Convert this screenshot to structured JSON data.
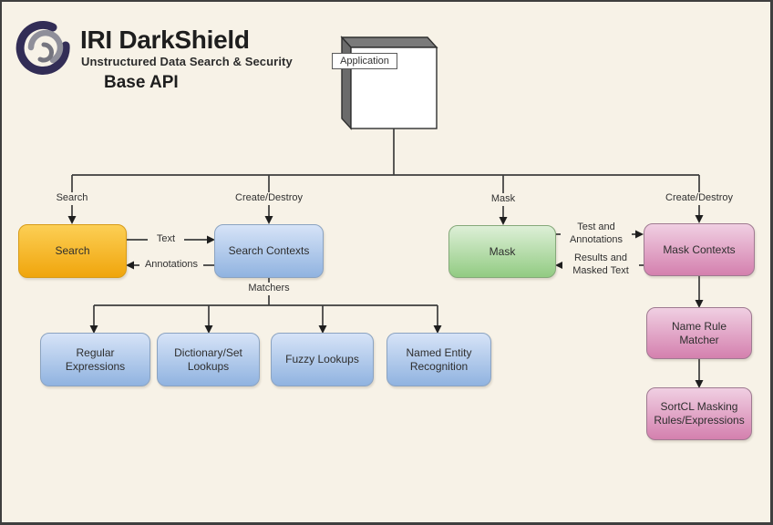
{
  "header": {
    "brand": "IRI DarkShield",
    "tagline": "Unstructured Data Search & Security",
    "subtitle": "Base API"
  },
  "diagram": {
    "application_label": "Application",
    "nodes": {
      "search": "Search",
      "search_contexts": "Search Contexts",
      "mask": "Mask",
      "mask_contexts": "Mask Contexts",
      "regular_expressions": "Regular Expressions",
      "dictionary_set_lookups": "Dictionary/Set Lookups",
      "fuzzy_lookups": "Fuzzy Lookups",
      "named_entity_recognition": "Named Entity Recognition",
      "name_rule_matcher": "Name Rule Matcher",
      "sortcl_masking": "SortCL Masking Rules/Expressions"
    },
    "edge_labels": {
      "search": "Search",
      "create_destroy_left": "Create/Destroy",
      "mask": "Mask",
      "create_destroy_right": "Create/Destroy",
      "text": "Text",
      "annotations": "Annotations",
      "matchers": "Matchers",
      "test_and_annotations": "Test and Annotations",
      "results_and_masked_text": "Results and Masked Text"
    },
    "icons": {
      "logo": "darkshield-swirl-logo-icon"
    },
    "colors": {
      "background": "#f7f2e7",
      "frame_border": "#3f3f3f",
      "search_node": "#f0a50c",
      "context_node": "#90b3e0",
      "mask_node": "#92cb82",
      "mask_context_node": "#d480ae",
      "node_3d_face": "#7a7a7a",
      "logo_navy": "#322d56",
      "logo_gray": "#8f8f9a"
    }
  }
}
